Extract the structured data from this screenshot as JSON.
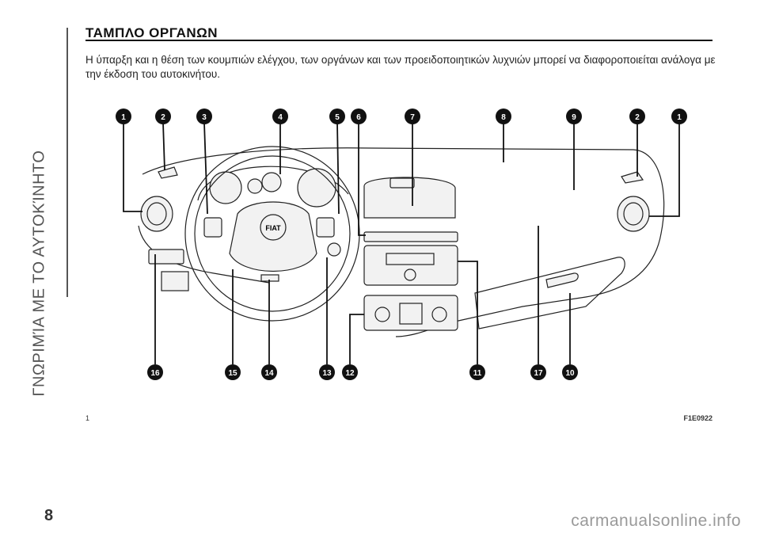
{
  "sidebar": {
    "chapter_title": "ΓΝΩΡΙΜΊΑ ΜΕ ΤΟ ΑΥΤΟΚΊΝΗΤΟ"
  },
  "section": {
    "heading": "ΤΑΜΠΛΟ ΟΡΓΑΝΩΝ",
    "intro": "Η ύπαρξη και η θέση των κουμπιών ελέγχου, των οργάνων και των προειδοποιητικών λυχνιών μπορεί να διαφοροποιείται ανάλογα με την έκδοση του αυτοκινήτου."
  },
  "figure": {
    "number": "1",
    "code": "F1E0922",
    "steering_logo": "FIAT",
    "callouts_top": [
      "1",
      "2",
      "3",
      "4",
      "5",
      "6",
      "7",
      "8",
      "9",
      "2",
      "1"
    ],
    "callouts_bottom": [
      "16",
      "15",
      "14",
      "13",
      "12",
      "11",
      "17",
      "10"
    ]
  },
  "page": {
    "number": "8"
  },
  "watermark": "carmanualsonline.info"
}
